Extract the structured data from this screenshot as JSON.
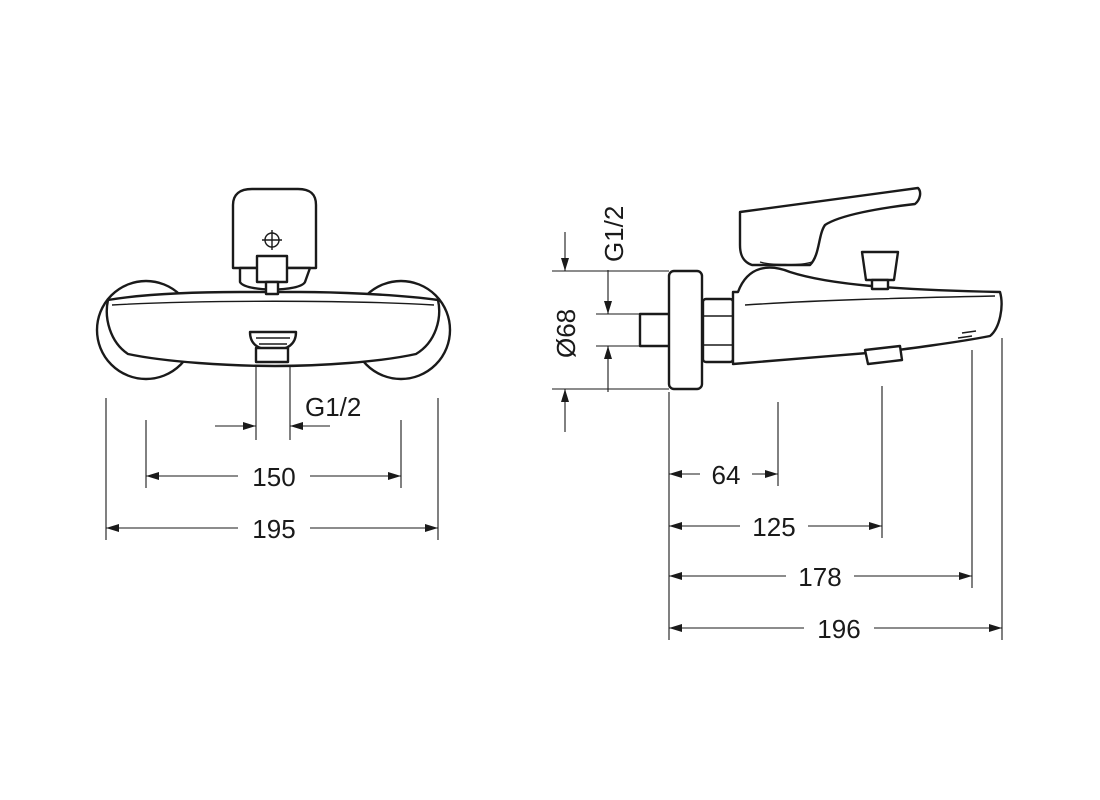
{
  "front_view": {
    "thread_label": "G1/2",
    "centres_label": "150",
    "width_label": "195"
  },
  "side_view": {
    "thread_label": "G1/2",
    "flange_diameter_label": "Ø68",
    "dim_64_label": "64",
    "dim_125_label": "125",
    "dim_178_label": "178",
    "dim_196_label": "196"
  }
}
